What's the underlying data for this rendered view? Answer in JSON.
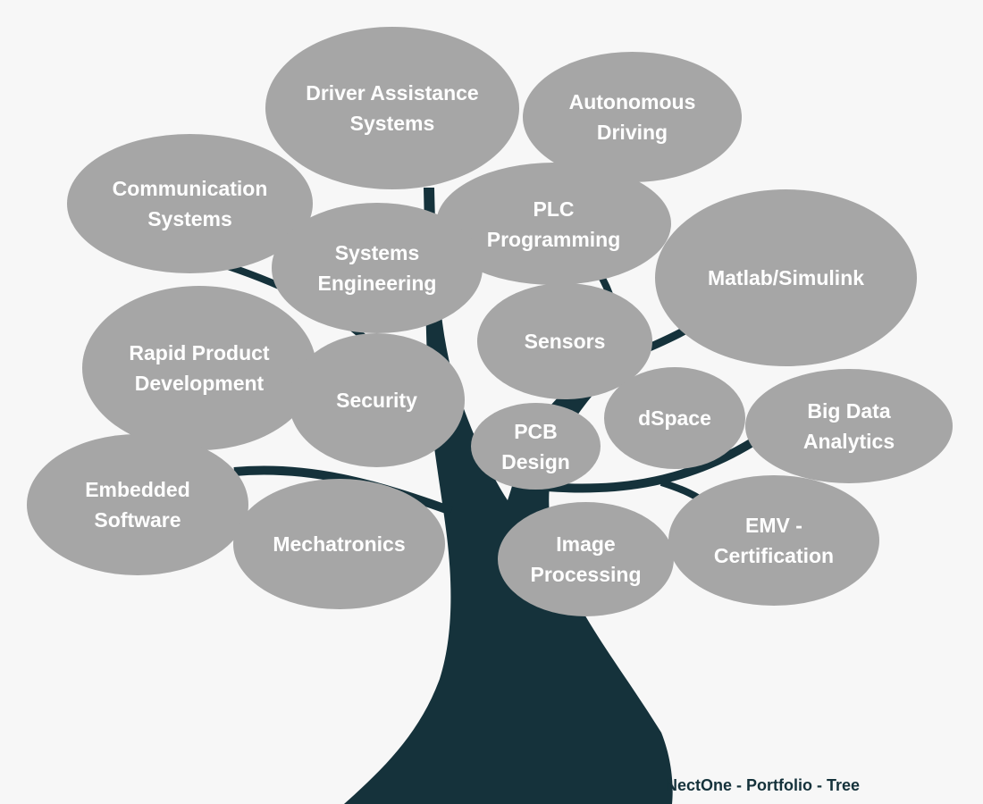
{
  "colors": {
    "background": "#f7f7f7",
    "trunk": "#15323b",
    "leaf": "#a6a6a6",
    "leaf_text": "#ffffff"
  },
  "leaves": {
    "driver_assistance": "Driver Assistance\nSystems",
    "autonomous_driving": "Autonomous\nDriving",
    "communication_systems": "Communication\nSystems",
    "plc_programming": "PLC\nProgramming",
    "systems_engineering": "Systems\nEngineering",
    "matlab_simulink": "Matlab/Simulink",
    "sensors": "Sensors",
    "rapid_product_development": "Rapid Product\nDevelopment",
    "security": "Security",
    "pcb_design": "PCB\nDesign",
    "dspace": "dSpace",
    "big_data_analytics": "Big Data\nAnalytics",
    "embedded_software": "Embedded\nSoftware",
    "mechatronics": "Mechatronics",
    "image_processing": "Image\nProcessing",
    "emv_certification": "EMV -\nCertification"
  },
  "caption": "NectOne - Portfolio - Tree"
}
